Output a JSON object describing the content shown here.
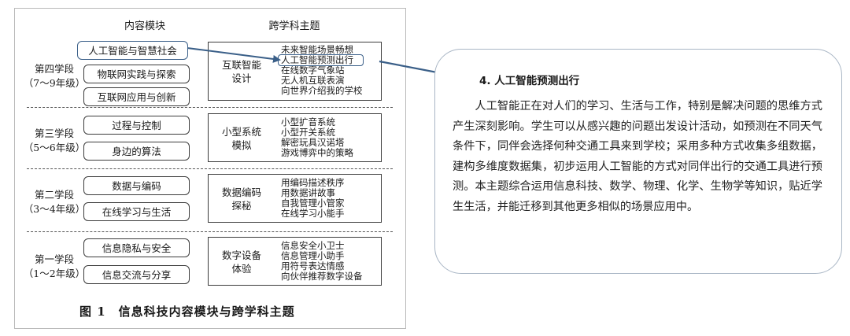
{
  "figure": {
    "header_left": "内容模块",
    "header_right": "跨学科主题",
    "caption": "图 1　信息科技内容模块与跨学科主题",
    "stages": [
      {
        "name": "第四学段",
        "grades": "（7～9年级）",
        "modules": [
          "人工智能与智慧社会",
          "物联网实践与探索",
          "互联网应用与创新"
        ],
        "theme_name": [
          "互联智能",
          "设计"
        ],
        "topics": [
          "未来智能场景畅想",
          "人工智能预测出行",
          "在线数字气象站",
          "无人机互联表演",
          "向世界介绍我的学校"
        ]
      },
      {
        "name": "第三学段",
        "grades": "（5～6年级）",
        "modules": [
          "过程与控制",
          "身边的算法"
        ],
        "theme_name": [
          "小型系统",
          "模拟"
        ],
        "topics": [
          "小型扩音系统",
          "小型开关系统",
          "解密玩具汉诺塔",
          "游戏博弈中的策略"
        ]
      },
      {
        "name": "第二学段",
        "grades": "（3～4年级）",
        "modules": [
          "数据与编码",
          "在线学习与生活"
        ],
        "theme_name": [
          "数据编码",
          "探秘"
        ],
        "topics": [
          "用编码描述秩序",
          "用数据讲故事",
          "自我管理小管家",
          "在线学习小能手"
        ]
      },
      {
        "name": "第一学段",
        "grades": "（1～2年级）",
        "modules": [
          "信息隐私与安全",
          "信息交流与分享"
        ],
        "theme_name": [
          "数字设备",
          "体验"
        ],
        "topics": [
          "信息安全小卫士",
          "信息管理小助手",
          "用符号表达情感",
          "向伙伴推荐数字设备"
        ]
      }
    ]
  },
  "detail": {
    "title": "4. 人工智能预测出行",
    "body": "人工智能正在对人们的学习、生活与工作，特别是解决问题的思维方式产生深刻影响。学生可以从感兴趣的问题出发设计活动，如预测在不同天气条件下，同伴会选择何种交通工具来到学校；采用多种方式收集多组数据，建构多维度数据集，初步运用人工智能的方式对同伴出行的交通工具进行预测。本主题综合运用信息科技、数学、物理、化学、生物学等知识，贴近学生生活，并能迁移到其他更多相似的场景应用中。"
  },
  "colors": {
    "highlight": "#3a5f88",
    "card_border": "#a9b6c5"
  }
}
